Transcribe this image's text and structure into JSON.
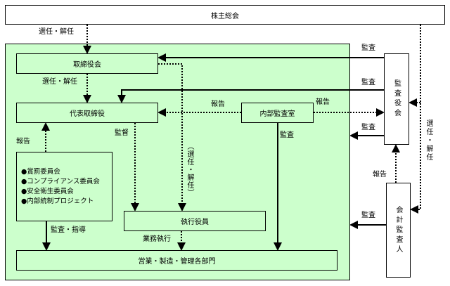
{
  "nodes": {
    "shareholders_meeting": "株主総会",
    "board_of_directors": "取締役会",
    "representative_director": "代表取締役",
    "internal_audit_office": "内部監査室",
    "executive_officers": "執行役員",
    "departments": "営業・製造・管理各部門",
    "audit_board": "監査役会",
    "accounting_auditor": "会計監査人",
    "committees": [
      "●賞罰委員会",
      "●コンプライアンス委員会",
      "●安全衛生委員会",
      "●内部統制プロジェクト"
    ]
  },
  "edge_labels": {
    "elect_dismiss_board": "選任・解任",
    "elect_dismiss_rep": "選任・解任",
    "elect_dismiss_exec": "（選任・解任）",
    "elect_dismiss_auditors": "選任・解任",
    "audit_board": "監査",
    "audit_rep": "監査",
    "audit_green": "監査",
    "audit_accounting": "監査",
    "audit_internal": "監査",
    "report_internal_rep": "報告",
    "report_internal_audit_board": "報告",
    "report_committees": "報告",
    "report_accounting": "報告",
    "supervise": "監督",
    "audit_guidance": "監査・指導",
    "business_execution": "業務執行"
  },
  "colors": {
    "company_area": "#ccffcc",
    "line": "#000000"
  }
}
